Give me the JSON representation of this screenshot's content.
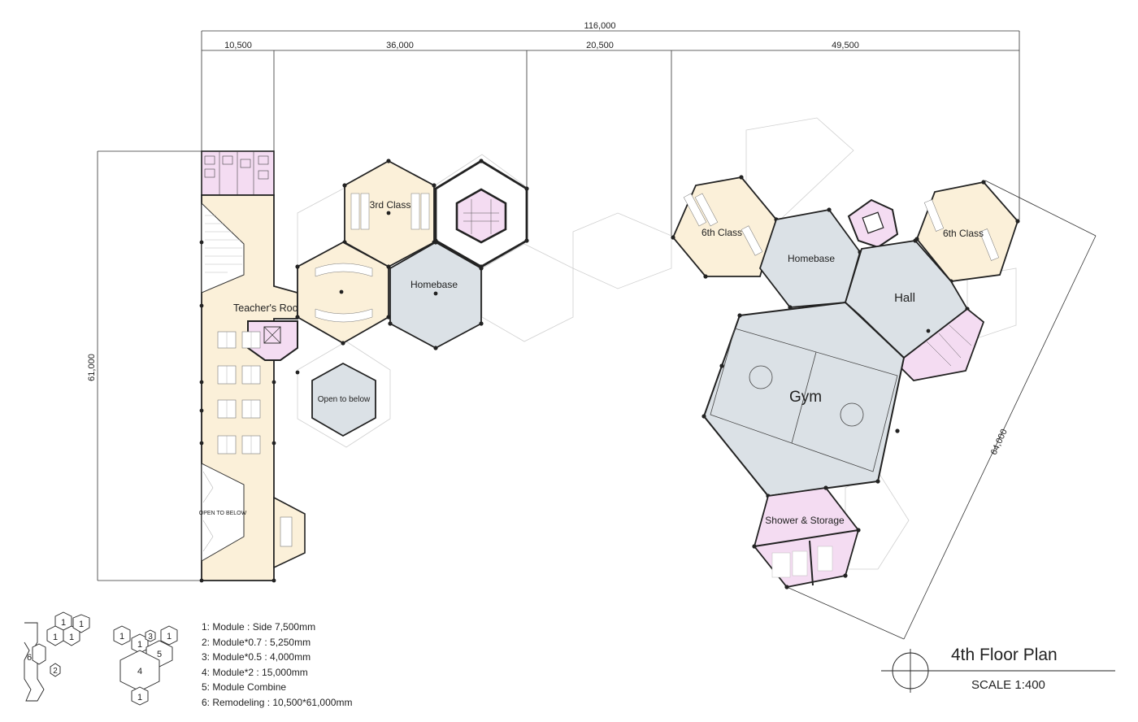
{
  "dimensions": {
    "total_width": "116,000",
    "seg1": "10,500",
    "seg2": "36,000",
    "seg3": "20,500",
    "seg4": "49,500",
    "left_height": "61,000",
    "right_diagonal": "64,000"
  },
  "rooms": {
    "teachers_room": "Teacher's Room",
    "third_class": "3rd Class",
    "homebase_left": "Homebase",
    "open_to_below": "Open to below",
    "open_to_below_small": "OPEN TO BELOW",
    "sixth_class_left": "6th Class",
    "homebase_right": "Homebase",
    "sixth_class_right": "6th Class",
    "hall": "Hall",
    "gym": "Gym",
    "shower_storage": "Shower & Storage"
  },
  "diagram_labels": {
    "one": "1",
    "two": "2",
    "three": "3",
    "four": "4",
    "five": "5",
    "six": "6"
  },
  "legend": [
    "1: Module : Side 7,500mm",
    "2: Module*0.7 : 5,250mm",
    "3: Module*0.5 : 4,000mm",
    "4: Module*2 : 15,000mm",
    "5: Module Combine",
    "6: Remodeling : 10,500*61,000mm"
  ],
  "title": "4th Floor Plan",
  "scale": "SCALE 1:400",
  "colors": {
    "classroom": "#fbf0d9",
    "homebase": "#dbe1e6",
    "service": "#f4dcf2",
    "wall": "#222222"
  }
}
